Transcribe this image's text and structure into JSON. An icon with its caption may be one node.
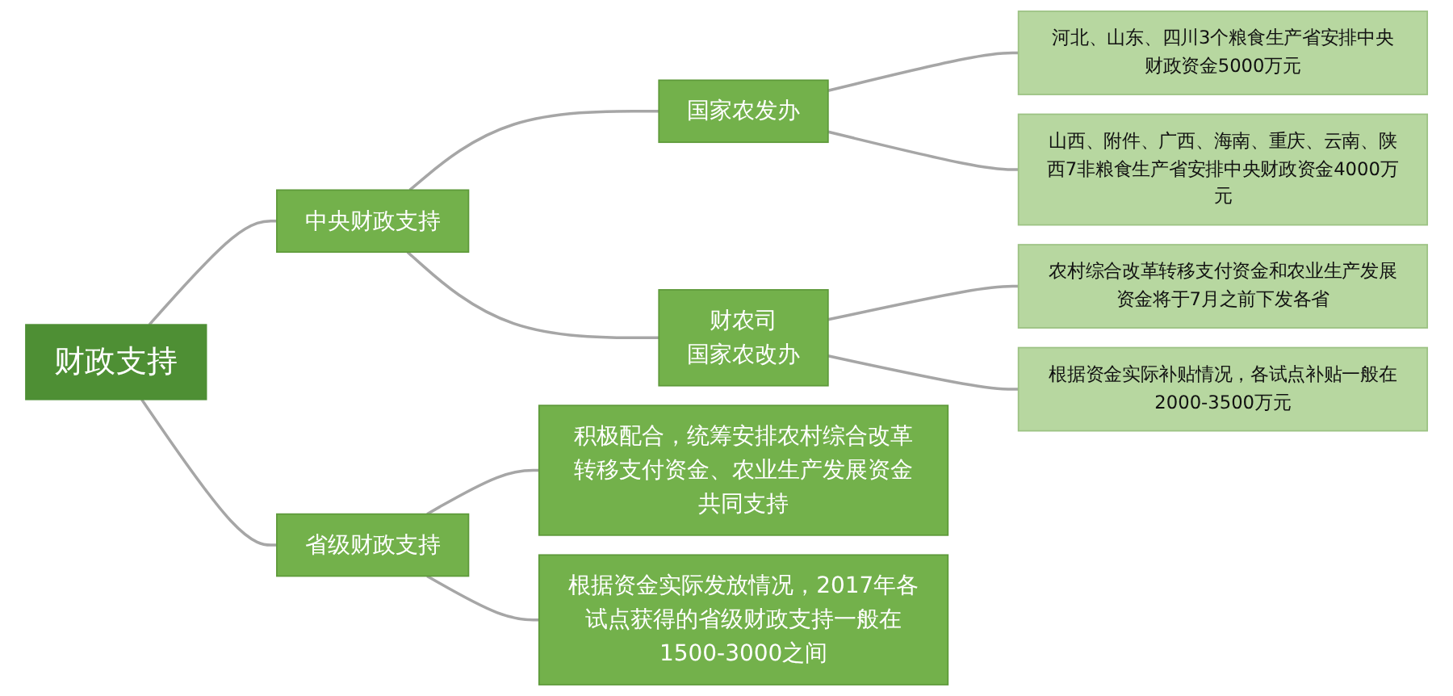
{
  "diagram": {
    "nodes": [
      {
        "text": [
          "财政支持"
        ]
      },
      {
        "text": [
          "中央财政支持"
        ]
      },
      {
        "text": [
          "国家农发办"
        ]
      },
      {
        "text": [
          "河北、山东、四川3个粮食生产省安排中央财政资金5000万元"
        ]
      },
      {
        "text": [
          "山西、附件、广西、海南、重庆、云南、陕西7非粮食生产省安排中央财政资金4000万元"
        ]
      },
      {
        "text": [
          "财农司",
          "国家农改办"
        ]
      },
      {
        "text": [
          "农村综合改革转移支付资金和农业生产发展资金将于7月之前下发各省"
        ]
      },
      {
        "text": [
          "根据资金实际补贴情况，各试点补贴一般在2000-3500万元"
        ]
      },
      {
        "text": [
          "省级财政支持"
        ]
      },
      {
        "text": [
          "积极配合，统筹安排农村综合改革转移支付资金、农业生产发展资金共同支持"
        ]
      },
      {
        "text": [
          "根据资金实际发放情况，2017年各试点获得的省级财政支持一般在1500-3000之间"
        ]
      }
    ],
    "edges": [
      {
        "from": 0,
        "to": 1,
        "arrow": "none"
      },
      {
        "from": 1,
        "to": 2,
        "arrow": "none"
      },
      {
        "from": 2,
        "to": 3,
        "arrow": "none"
      },
      {
        "from": 2,
        "to": 4,
        "arrow": "none"
      },
      {
        "from": 1,
        "to": 5,
        "arrow": "none"
      },
      {
        "from": 5,
        "to": 6,
        "arrow": "none"
      },
      {
        "from": 5,
        "to": 7,
        "arrow": "none"
      },
      {
        "from": 0,
        "to": 8,
        "arrow": "none"
      },
      {
        "from": 8,
        "to": 9,
        "arrow": "none"
      },
      {
        "from": 8,
        "to": 10,
        "arrow": "none"
      }
    ]
  }
}
